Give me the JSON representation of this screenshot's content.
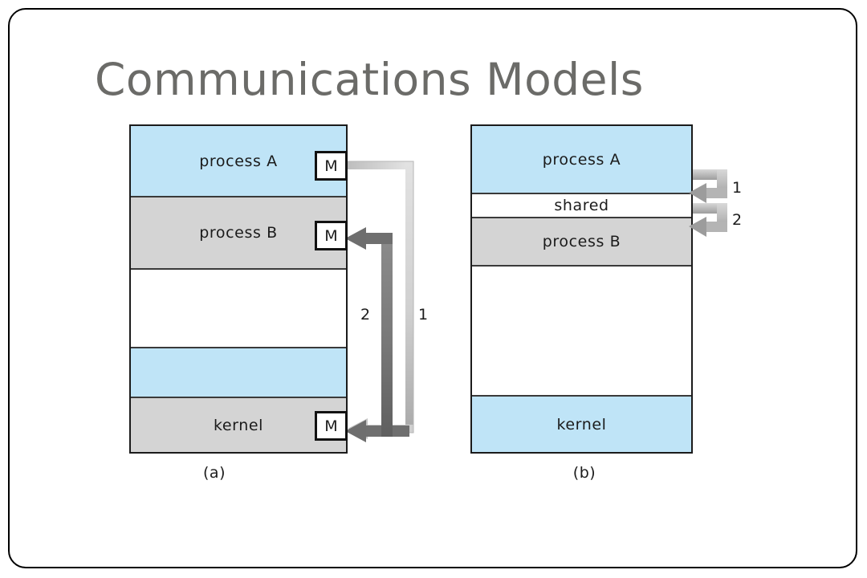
{
  "slide": {
    "title": "Communications Models",
    "title_color": "#6b6b68",
    "frame_color": "#000000",
    "background": "#ffffff"
  },
  "palette": {
    "blue": "#bfe4f7",
    "gray": "#d4d4d4",
    "white": "#ffffff",
    "outline": "#1b1b1b",
    "arrow_light": "#c9c9c9",
    "arrow_dark": "#6e6e6e"
  },
  "diagrams": [
    {
      "id": "message-passing",
      "caption": "(a)",
      "bands": [
        {
          "label": "process A",
          "color": "blue",
          "has_mbox": true,
          "mbox_label": "M"
        },
        {
          "label": "process B",
          "color": "gray",
          "has_mbox": true,
          "mbox_label": "M"
        },
        {
          "label": "",
          "color": "white",
          "has_mbox": false,
          "mbox_label": ""
        },
        {
          "label": "",
          "color": "blue",
          "has_mbox": false,
          "mbox_label": ""
        },
        {
          "label": "kernel",
          "color": "gray",
          "has_mbox": true,
          "mbox_label": "M"
        }
      ],
      "arrows": [
        {
          "number": "1",
          "style": "light",
          "from": "process A M",
          "to": "kernel M"
        },
        {
          "number": "2",
          "style": "dark",
          "from": "kernel M",
          "to": "process B M"
        }
      ]
    },
    {
      "id": "shared-memory",
      "caption": "(b)",
      "bands": [
        {
          "label": "process A",
          "color": "blue",
          "has_mbox": false,
          "mbox_label": ""
        },
        {
          "label": "shared",
          "color": "white",
          "has_mbox": false,
          "mbox_label": ""
        },
        {
          "label": "process B",
          "color": "gray",
          "has_mbox": false,
          "mbox_label": ""
        },
        {
          "label": "",
          "color": "white",
          "has_mbox": false,
          "mbox_label": ""
        },
        {
          "label": "kernel",
          "color": "blue",
          "has_mbox": false,
          "mbox_label": ""
        }
      ],
      "arrows": [
        {
          "number": "1",
          "style": "light",
          "from": "process A",
          "to": "shared"
        },
        {
          "number": "2",
          "style": "light",
          "from": "process B",
          "to": "shared"
        }
      ]
    }
  ]
}
